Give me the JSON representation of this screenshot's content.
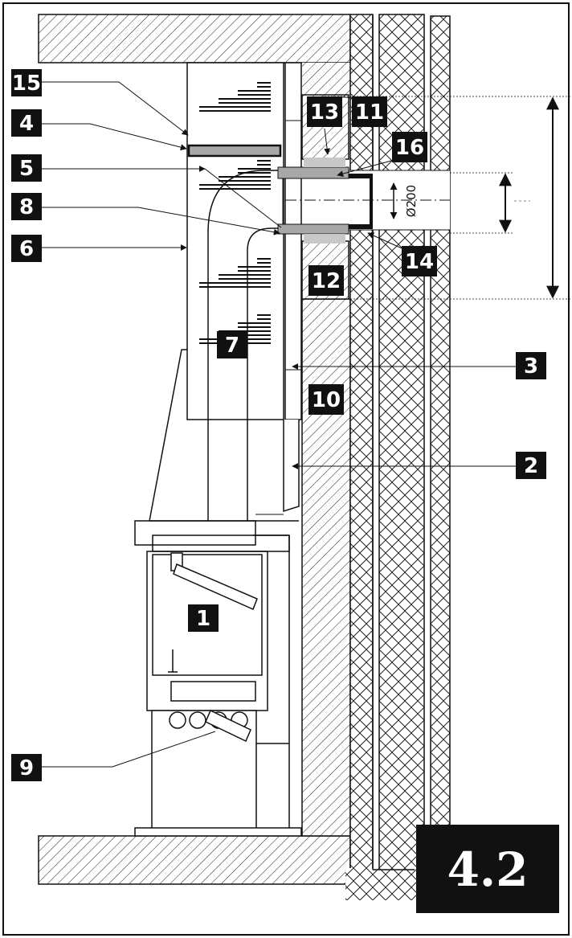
{
  "figure": {
    "number": "4.2"
  },
  "labels": {
    "l1": "1",
    "l2": "2",
    "l3": "3",
    "l4": "4",
    "l5": "5",
    "l6": "6",
    "l7": "7",
    "l8": "8",
    "l9": "9",
    "l10": "10",
    "l11": "11",
    "l12": "12",
    "l13": "13",
    "l14": "14",
    "l15": "15",
    "l16": "16"
  },
  "dimensions": {
    "pipe_diameter": "Ø200"
  },
  "colors": {
    "ink": "#111111",
    "gray": "#a8a8a8",
    "light_gray": "#c8c8c8",
    "paper": "#ffffff"
  }
}
